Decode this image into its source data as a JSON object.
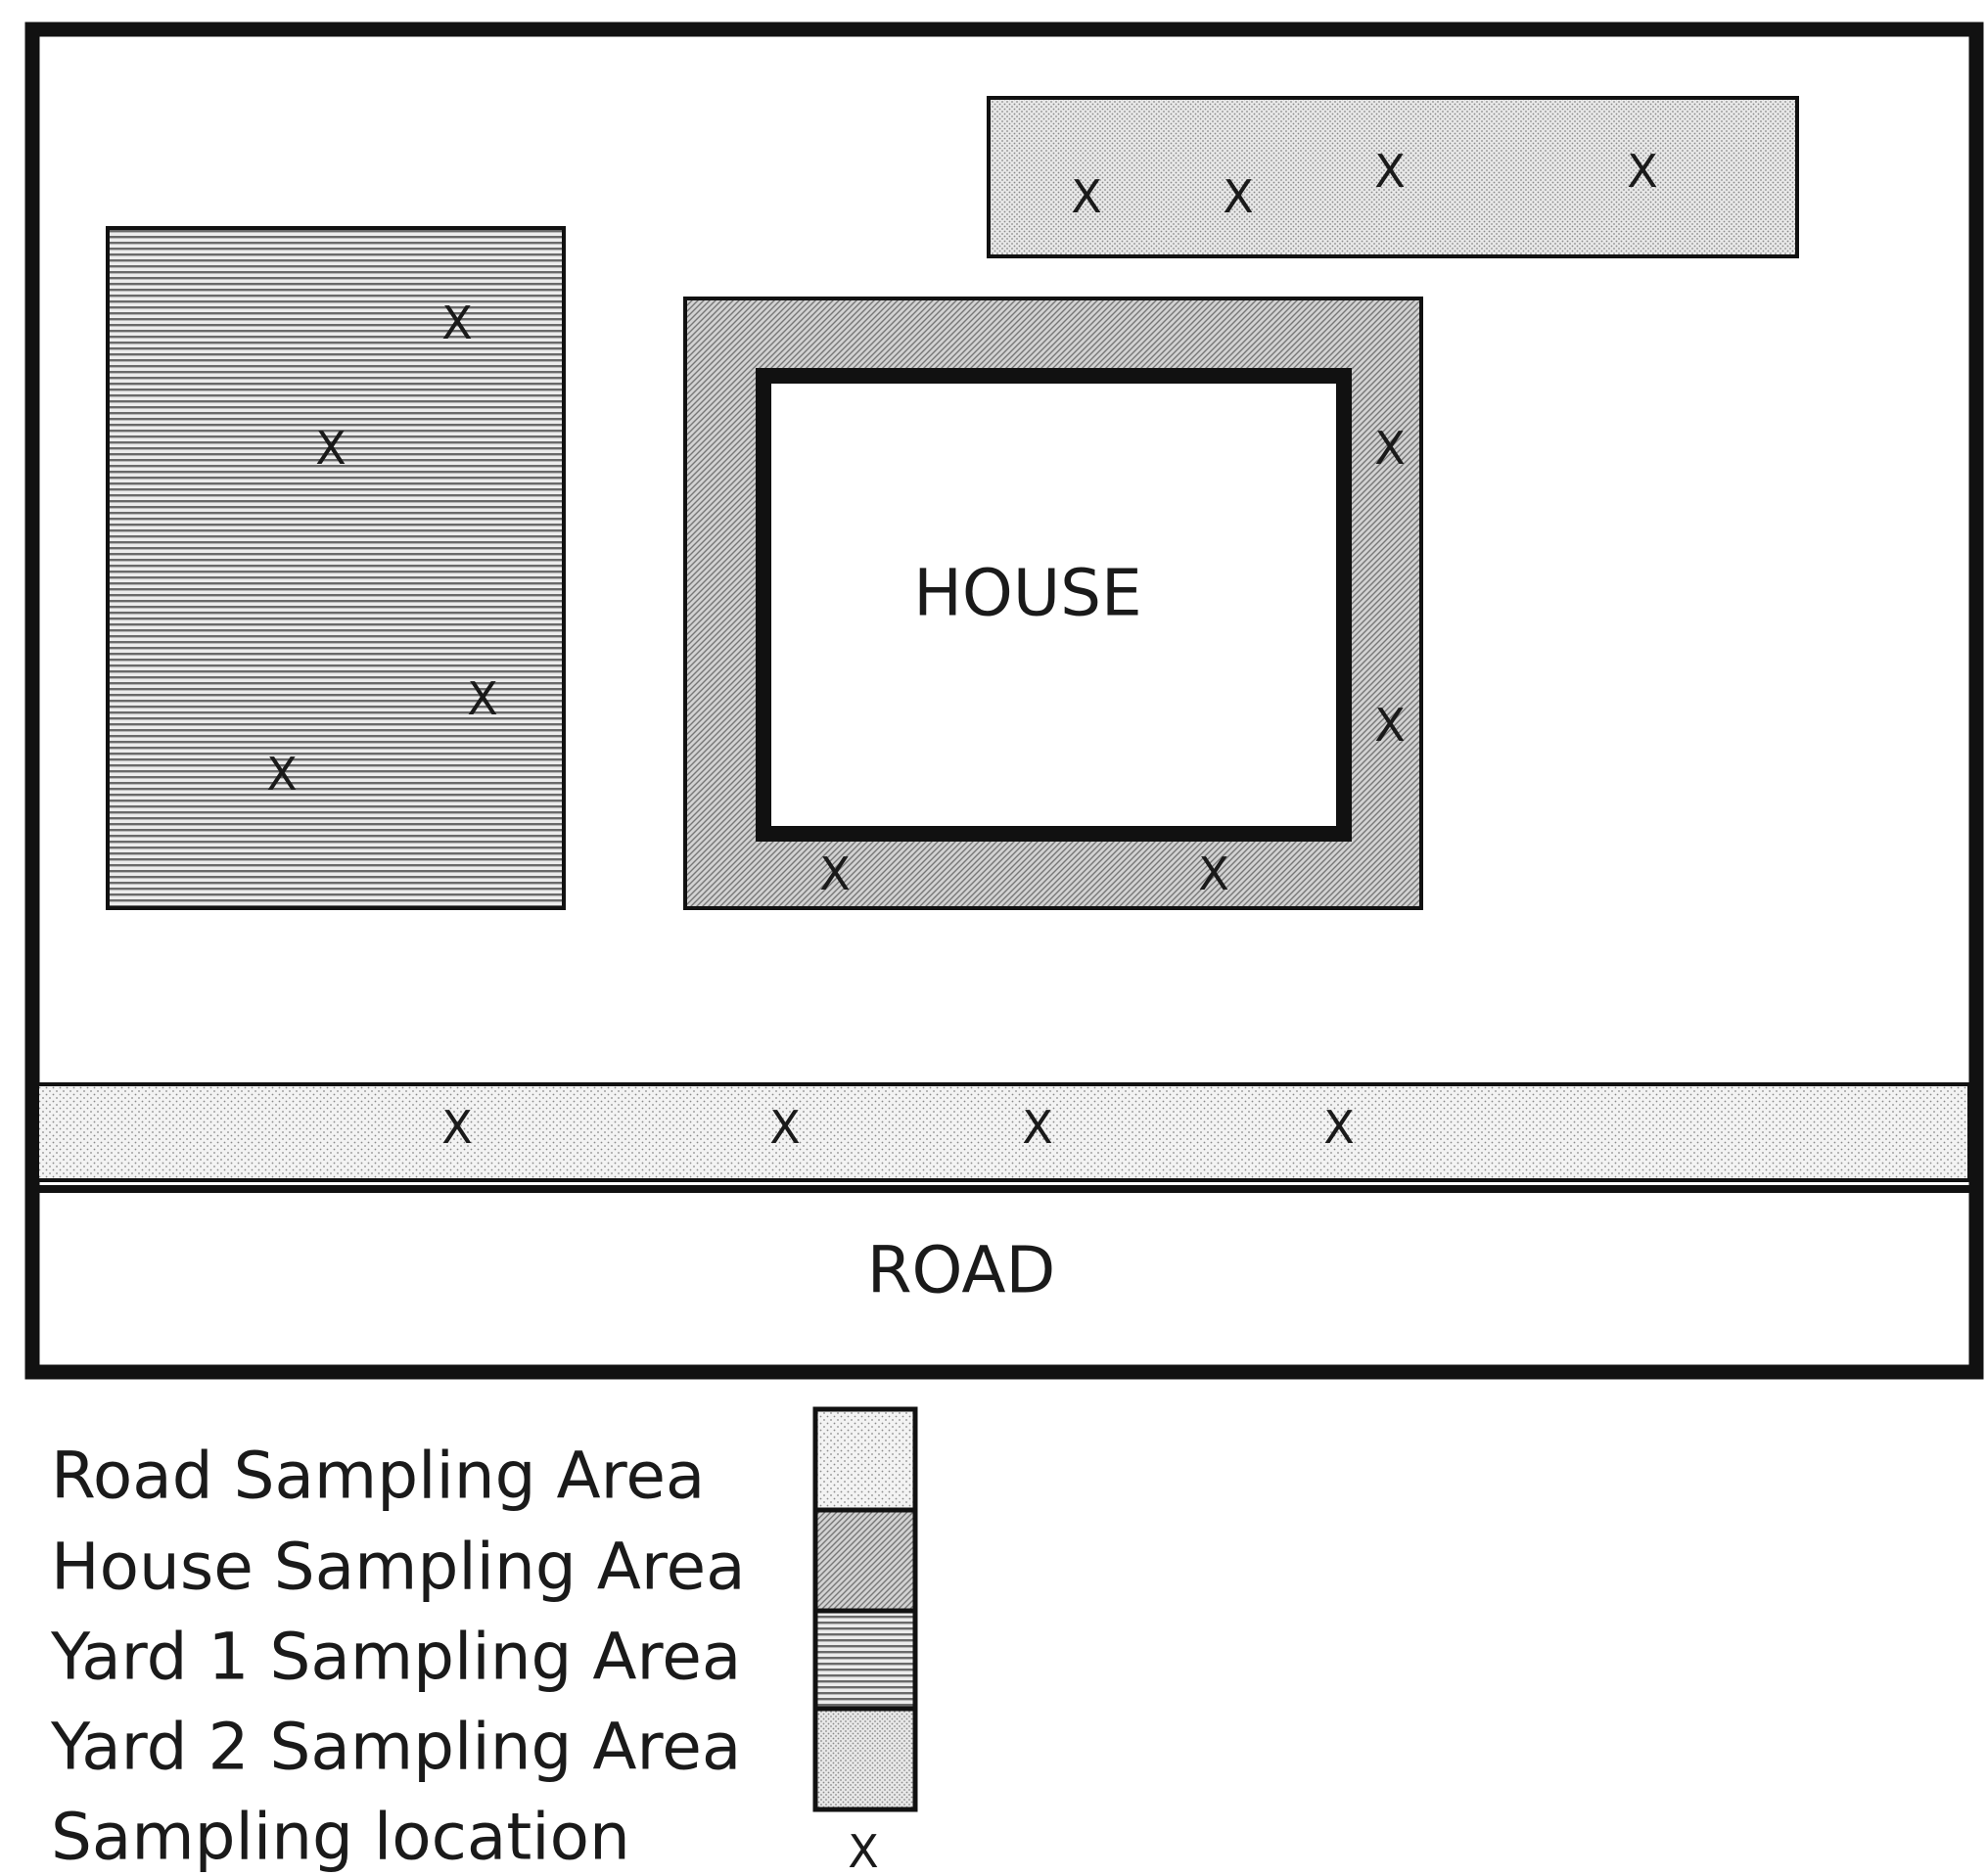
{
  "labels": {
    "house": "HOUSE",
    "road": "ROAD"
  },
  "legend": [
    {
      "label": "Road Sampling Area",
      "pattern": "road"
    },
    {
      "label": "House Sampling Area",
      "pattern": "house"
    },
    {
      "label": "Yard 1 Sampling Area",
      "pattern": "yard1"
    },
    {
      "label": "Yard 2 Sampling Area",
      "pattern": "yard2"
    },
    {
      "label": "Sampling location",
      "pattern": "marker"
    }
  ],
  "marker_symbol": "X",
  "colors": {
    "outline": "#111111",
    "road_area_fill": "#efefef",
    "house_area_fill": "#cfcfcf",
    "yard1_area_fill": "#d6d6d6",
    "yard2_area_fill": "#e6e6e6"
  }
}
